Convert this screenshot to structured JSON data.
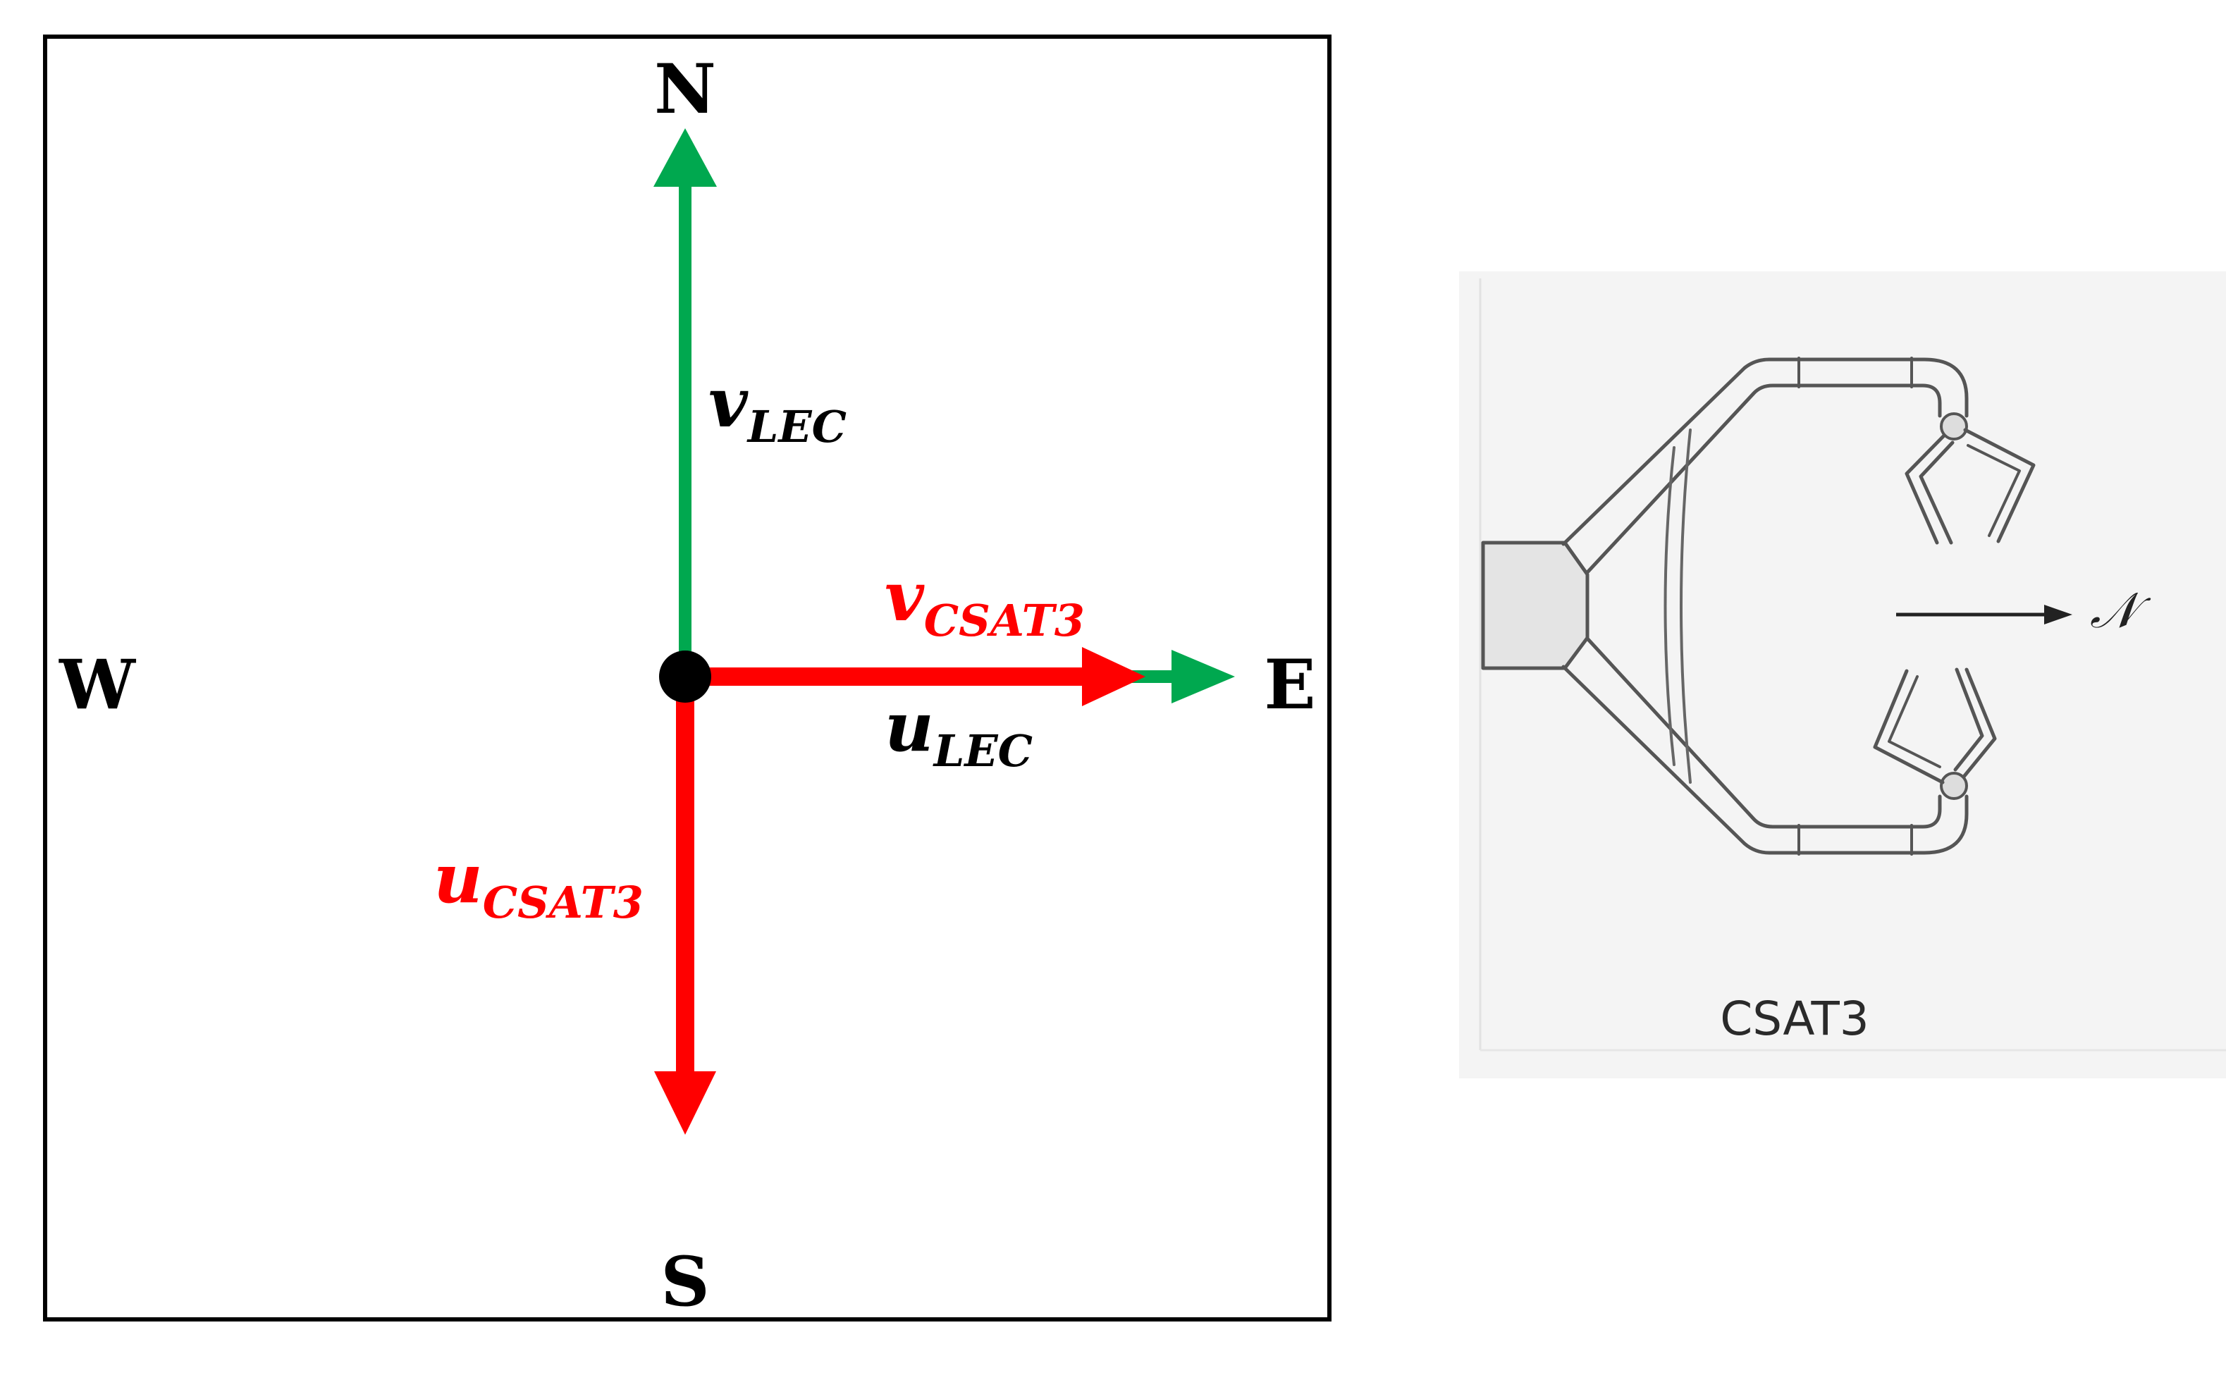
{
  "compass": {
    "north": "N",
    "south": "S",
    "east": "E",
    "west": "W"
  },
  "vectors": {
    "v_lec": {
      "main": "v",
      "sub": "LEC"
    },
    "u_lec": {
      "main": "u",
      "sub": "LEC"
    },
    "v_csat3": {
      "main": "v",
      "sub": "CSAT3"
    },
    "u_csat3": {
      "main": "u",
      "sub": "CSAT3"
    }
  },
  "sensor": {
    "caption": "CSAT3",
    "north_symbol": "𝒩"
  },
  "colors": {
    "lec_arrow": "#00a84f",
    "csat3_arrow": "#ff0000",
    "lec_text": "#000000",
    "csat3_text": "#ff0000",
    "origin": "#000000",
    "frame": "#000000",
    "sensor_panel": "#f4f4f4"
  }
}
